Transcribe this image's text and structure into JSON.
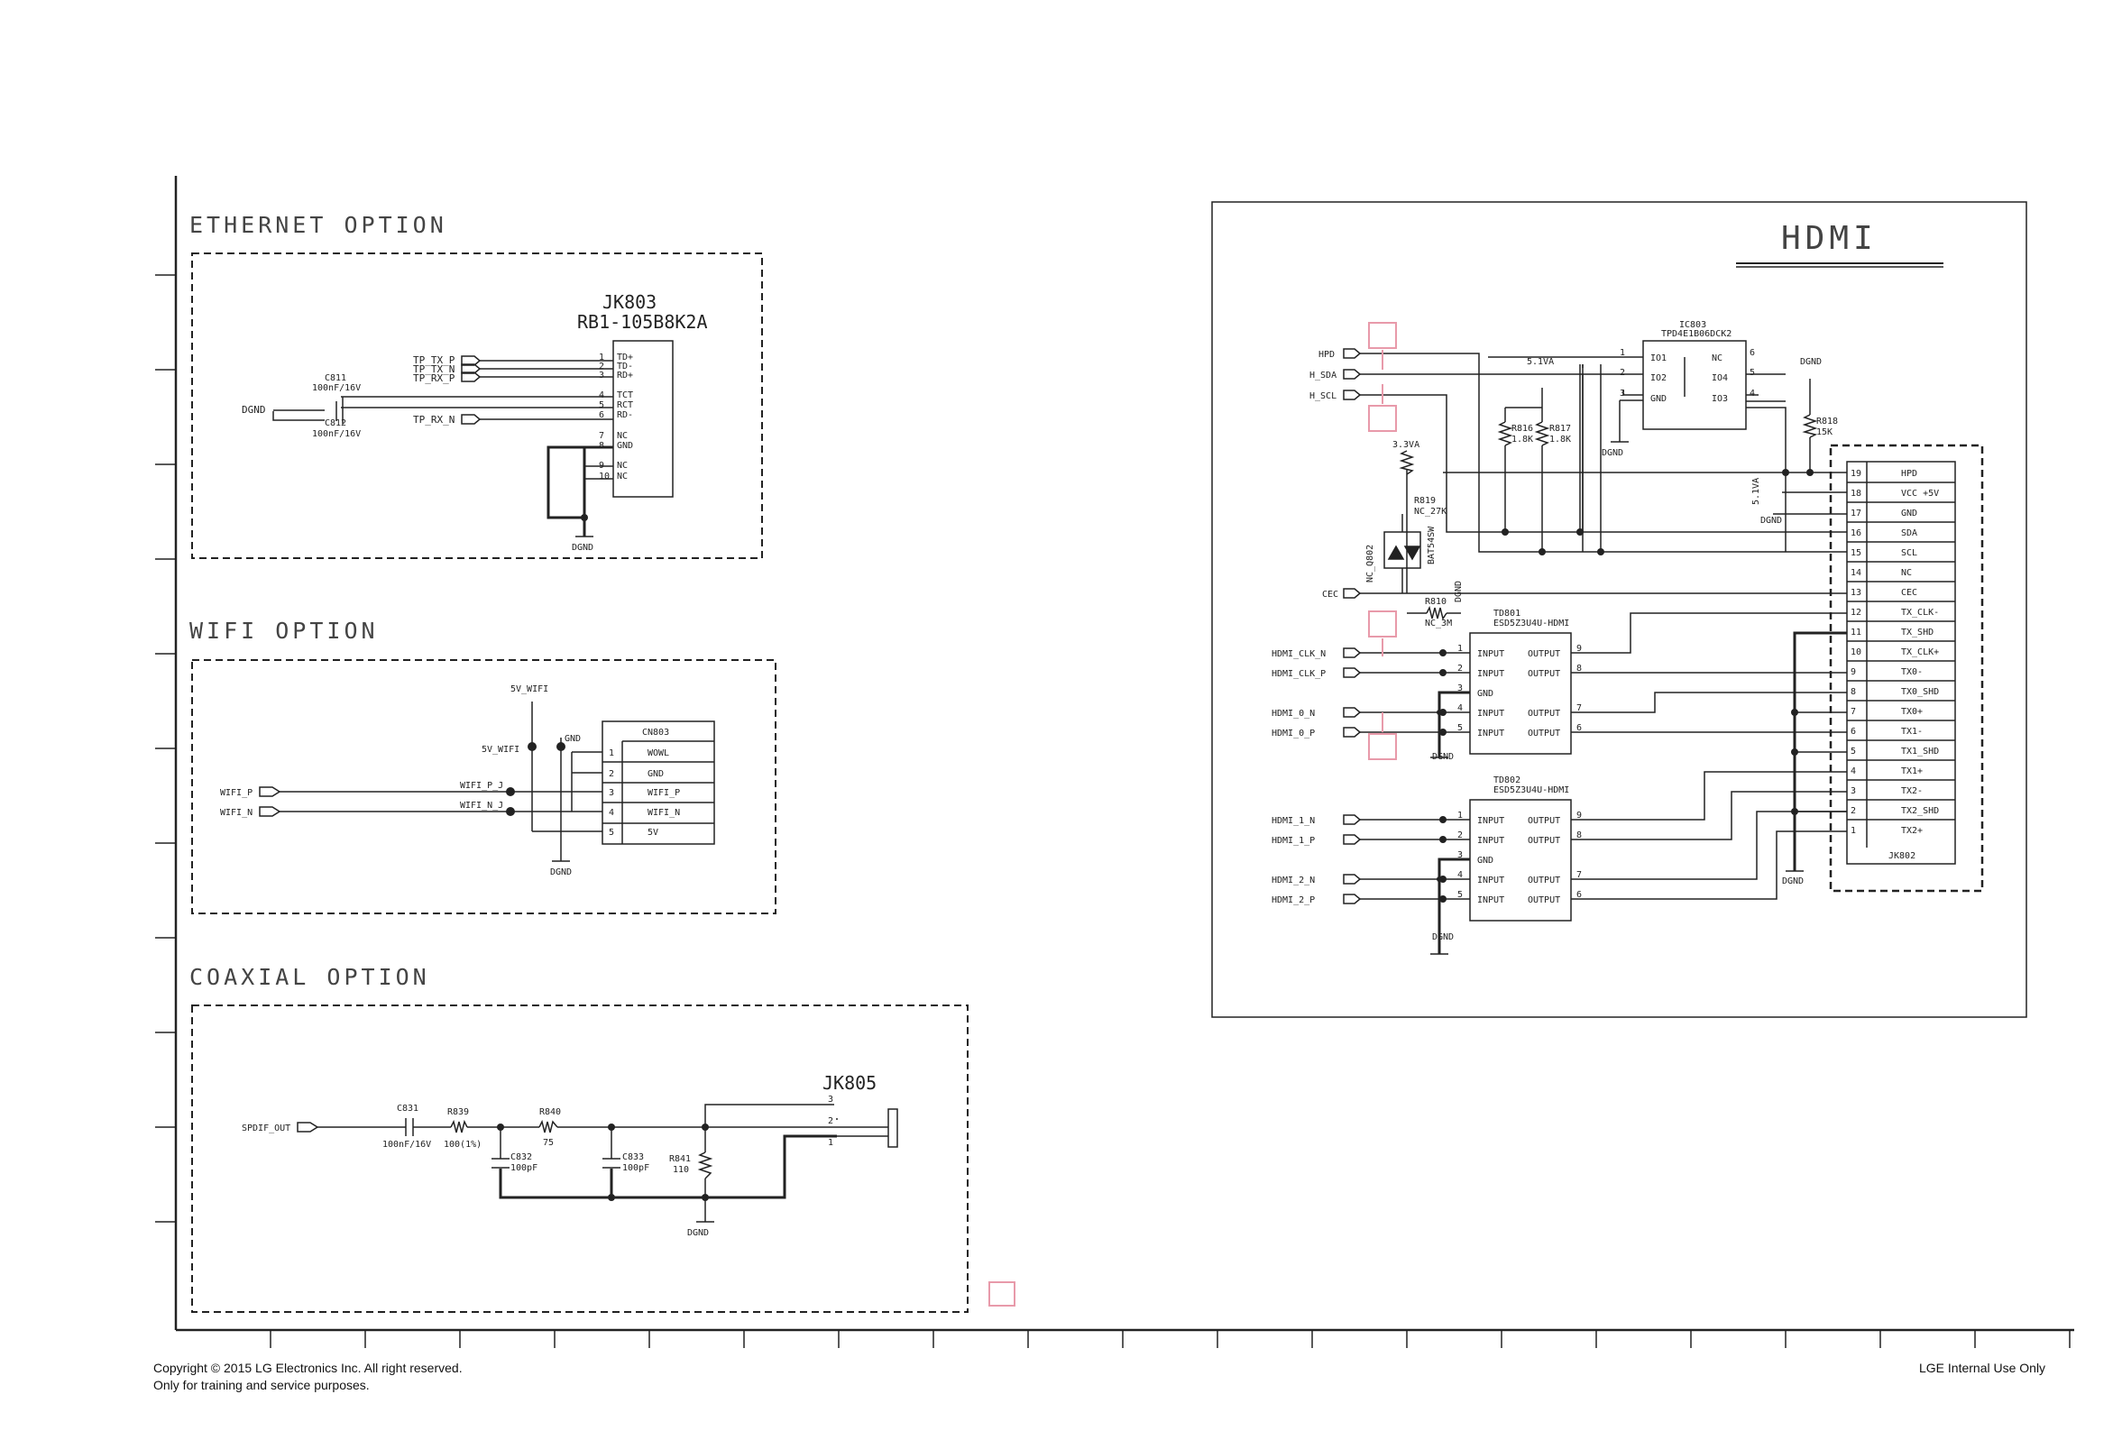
{
  "ethernet": {
    "title": "ETHERNET OPTION",
    "jack_ref": "JK803",
    "jack_part": "RB1-105B8K2A",
    "nets": [
      "TP_TX_P",
      "TP_TX_N",
      "TP_RX_P",
      "TP_RX_N"
    ],
    "gnd_in": "DGND",
    "c811": "C811",
    "c811_val": "100nF/16V",
    "c812": "C812",
    "c812_val": "100nF/16V",
    "pins": [
      {
        "num": "1",
        "name": "TD+"
      },
      {
        "num": "2",
        "name": "TD-"
      },
      {
        "num": "3",
        "name": "RD+"
      },
      {
        "num": "4",
        "name": "TCT"
      },
      {
        "num": "5",
        "name": "RCT"
      },
      {
        "num": "6",
        "name": "RD-"
      },
      {
        "num": "7",
        "name": "NC"
      },
      {
        "num": "8",
        "name": "GND"
      },
      {
        "num": "9",
        "name": "NC"
      },
      {
        "num": "10",
        "name": "NC"
      }
    ],
    "dgnd": "DGND"
  },
  "wifi": {
    "title": "WIFI OPTION",
    "pwr_top": "5V_WIFI",
    "pwr_mid": "5V_WIFI",
    "gnd_top": "GND",
    "conn_ref": "CN803",
    "wifi_p": "WIFI_P",
    "wifi_n": "WIFI_N",
    "wifi_p_net": "WIFI_P_J",
    "wifi_n_net": "WIFI_N_J",
    "rows": [
      {
        "num": "1",
        "name": "WOWL"
      },
      {
        "num": "2",
        "name": "GND"
      },
      {
        "num": "3",
        "name": "WIFI_P"
      },
      {
        "num": "4",
        "name": "WIFI_N"
      },
      {
        "num": "5",
        "name": "5V"
      }
    ],
    "dgnd": "DGND"
  },
  "coaxial": {
    "title": "COAXIAL OPTION",
    "spdif": "SPDIF_OUT",
    "c831": "C831",
    "c831_val": "100nF/16V",
    "r839": "R839",
    "r839_val": "100(1%)",
    "r840": "R840",
    "r840_val": "75",
    "c832": "C832",
    "c832_val": "100pF",
    "c833": "C833",
    "c833_val": "100pF",
    "r841": "R841",
    "r841_val": "110",
    "jack": "JK805",
    "pin3": "3",
    "pin2": "2",
    "pin1": "1",
    "dgnd": "DGND"
  },
  "hdmi": {
    "title": "HDMI",
    "hpd": "HPD",
    "h_sda": "H_SDA",
    "h_scl": "H_SCL",
    "cec": "CEC",
    "pwr_5v1": "5.1VA",
    "pwr_3v3": "3.3VA",
    "pwr_5v1b": "5.1VA",
    "ic803": "IC803",
    "ic803_part": "TPD4E1B06DCK2",
    "ic_pins_left": [
      {
        "num": "1",
        "name": "IO1"
      },
      {
        "num": "2",
        "name": "IO2"
      },
      {
        "num": "3",
        "name": "GND"
      }
    ],
    "ic_pins_right": [
      {
        "num": "6",
        "name": "NC"
      },
      {
        "num": "5",
        "name": "IO4"
      },
      {
        "num": "4",
        "name": "IO3"
      }
    ],
    "r816": "R816",
    "r816_val": "1.8K",
    "r817": "R817",
    "r817_val": "1.8K",
    "r818": "R818",
    "r818_val": "15K",
    "r819": "R819",
    "r819_val": "NC_27K",
    "r810": "R810",
    "r810_val": "NC_3M",
    "q802": "NC_Q802",
    "q802_part": "BAT54SW",
    "dgnd": "DGND",
    "td801": "TD801",
    "td801_part": "ESD5Z3U4U-HDMI",
    "td802": "TD802",
    "td802_part": "ESD5Z3U4U-HDMI",
    "in1": "HDMI_CLK_N",
    "in2": "HDMI_CLK_P",
    "in3": "HDMI_0_N",
    "in4": "HDMI_0_P",
    "in5": "HDMI_1_N",
    "in6": "HDMI_1_P",
    "in7": "HDMI_2_N",
    "in8": "HDMI_2_P",
    "tvs_input": "INPUT",
    "tvs_output": "OUTPUT",
    "tvs_gnd": "GND",
    "tvs_pins_left": [
      "1",
      "2",
      "3",
      "4",
      "5"
    ],
    "tvs_pins_right": [
      "9",
      "8",
      "7",
      "6"
    ],
    "jk802": "JK802",
    "conn": [
      {
        "num": "19",
        "name": "HPD"
      },
      {
        "num": "18",
        "name": "VCC +5V"
      },
      {
        "num": "17",
        "name": "GND"
      },
      {
        "num": "16",
        "name": "SDA"
      },
      {
        "num": "15",
        "name": "SCL"
      },
      {
        "num": "14",
        "name": "NC"
      },
      {
        "num": "13",
        "name": "CEC"
      },
      {
        "num": "12",
        "name": "TX_CLK-"
      },
      {
        "num": "11",
        "name": "TX_SHD"
      },
      {
        "num": "10",
        "name": "TX_CLK+"
      },
      {
        "num": "9",
        "name": "TX0-"
      },
      {
        "num": "8",
        "name": "TX0_SHD"
      },
      {
        "num": "7",
        "name": "TX0+"
      },
      {
        "num": "6",
        "name": "TX1-"
      },
      {
        "num": "5",
        "name": "TX1_SHD"
      },
      {
        "num": "4",
        "name": "TX1+"
      },
      {
        "num": "3",
        "name": "TX2-"
      },
      {
        "num": "2",
        "name": "TX2_SHD"
      },
      {
        "num": "1",
        "name": "TX2+"
      }
    ]
  },
  "footer": {
    "copyright": "Copyright © 2015 LG Electronics Inc. All right reserved.",
    "training": "Only for training and service purposes.",
    "internal": "LGE Internal Use Only"
  }
}
